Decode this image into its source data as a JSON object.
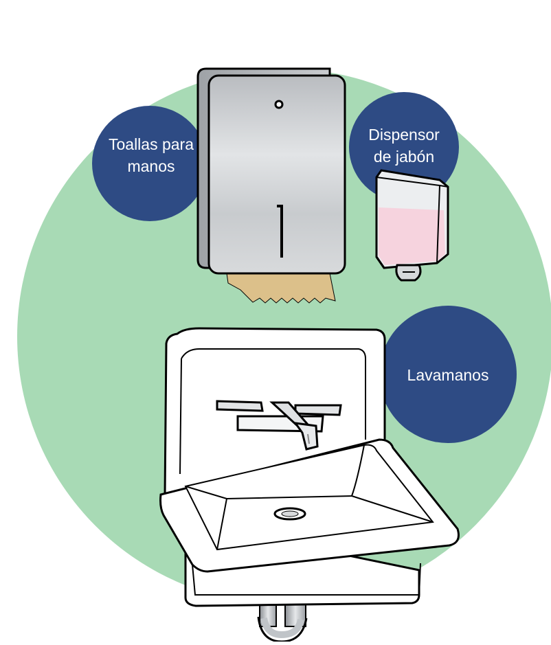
{
  "colors": {
    "background_circle": "#a8dab5",
    "label_circle": "#2e4b84",
    "label_text": "#ffffff",
    "outline": "#000000",
    "towel_paper": "#dcc08a",
    "soap_liquid": "#f6d3de"
  },
  "labels": {
    "towels": {
      "line1": "Toallas para",
      "line2": "manos"
    },
    "soap": {
      "line1": "Dispensor",
      "line2": "de jabón"
    },
    "sink": {
      "line1": "Lavamanos"
    }
  },
  "icons": [
    "paper-towel-dispenser-icon",
    "soap-dispenser-icon",
    "sink-icon",
    "faucet-icon",
    "drain-icon",
    "drain-pipe-icon"
  ]
}
